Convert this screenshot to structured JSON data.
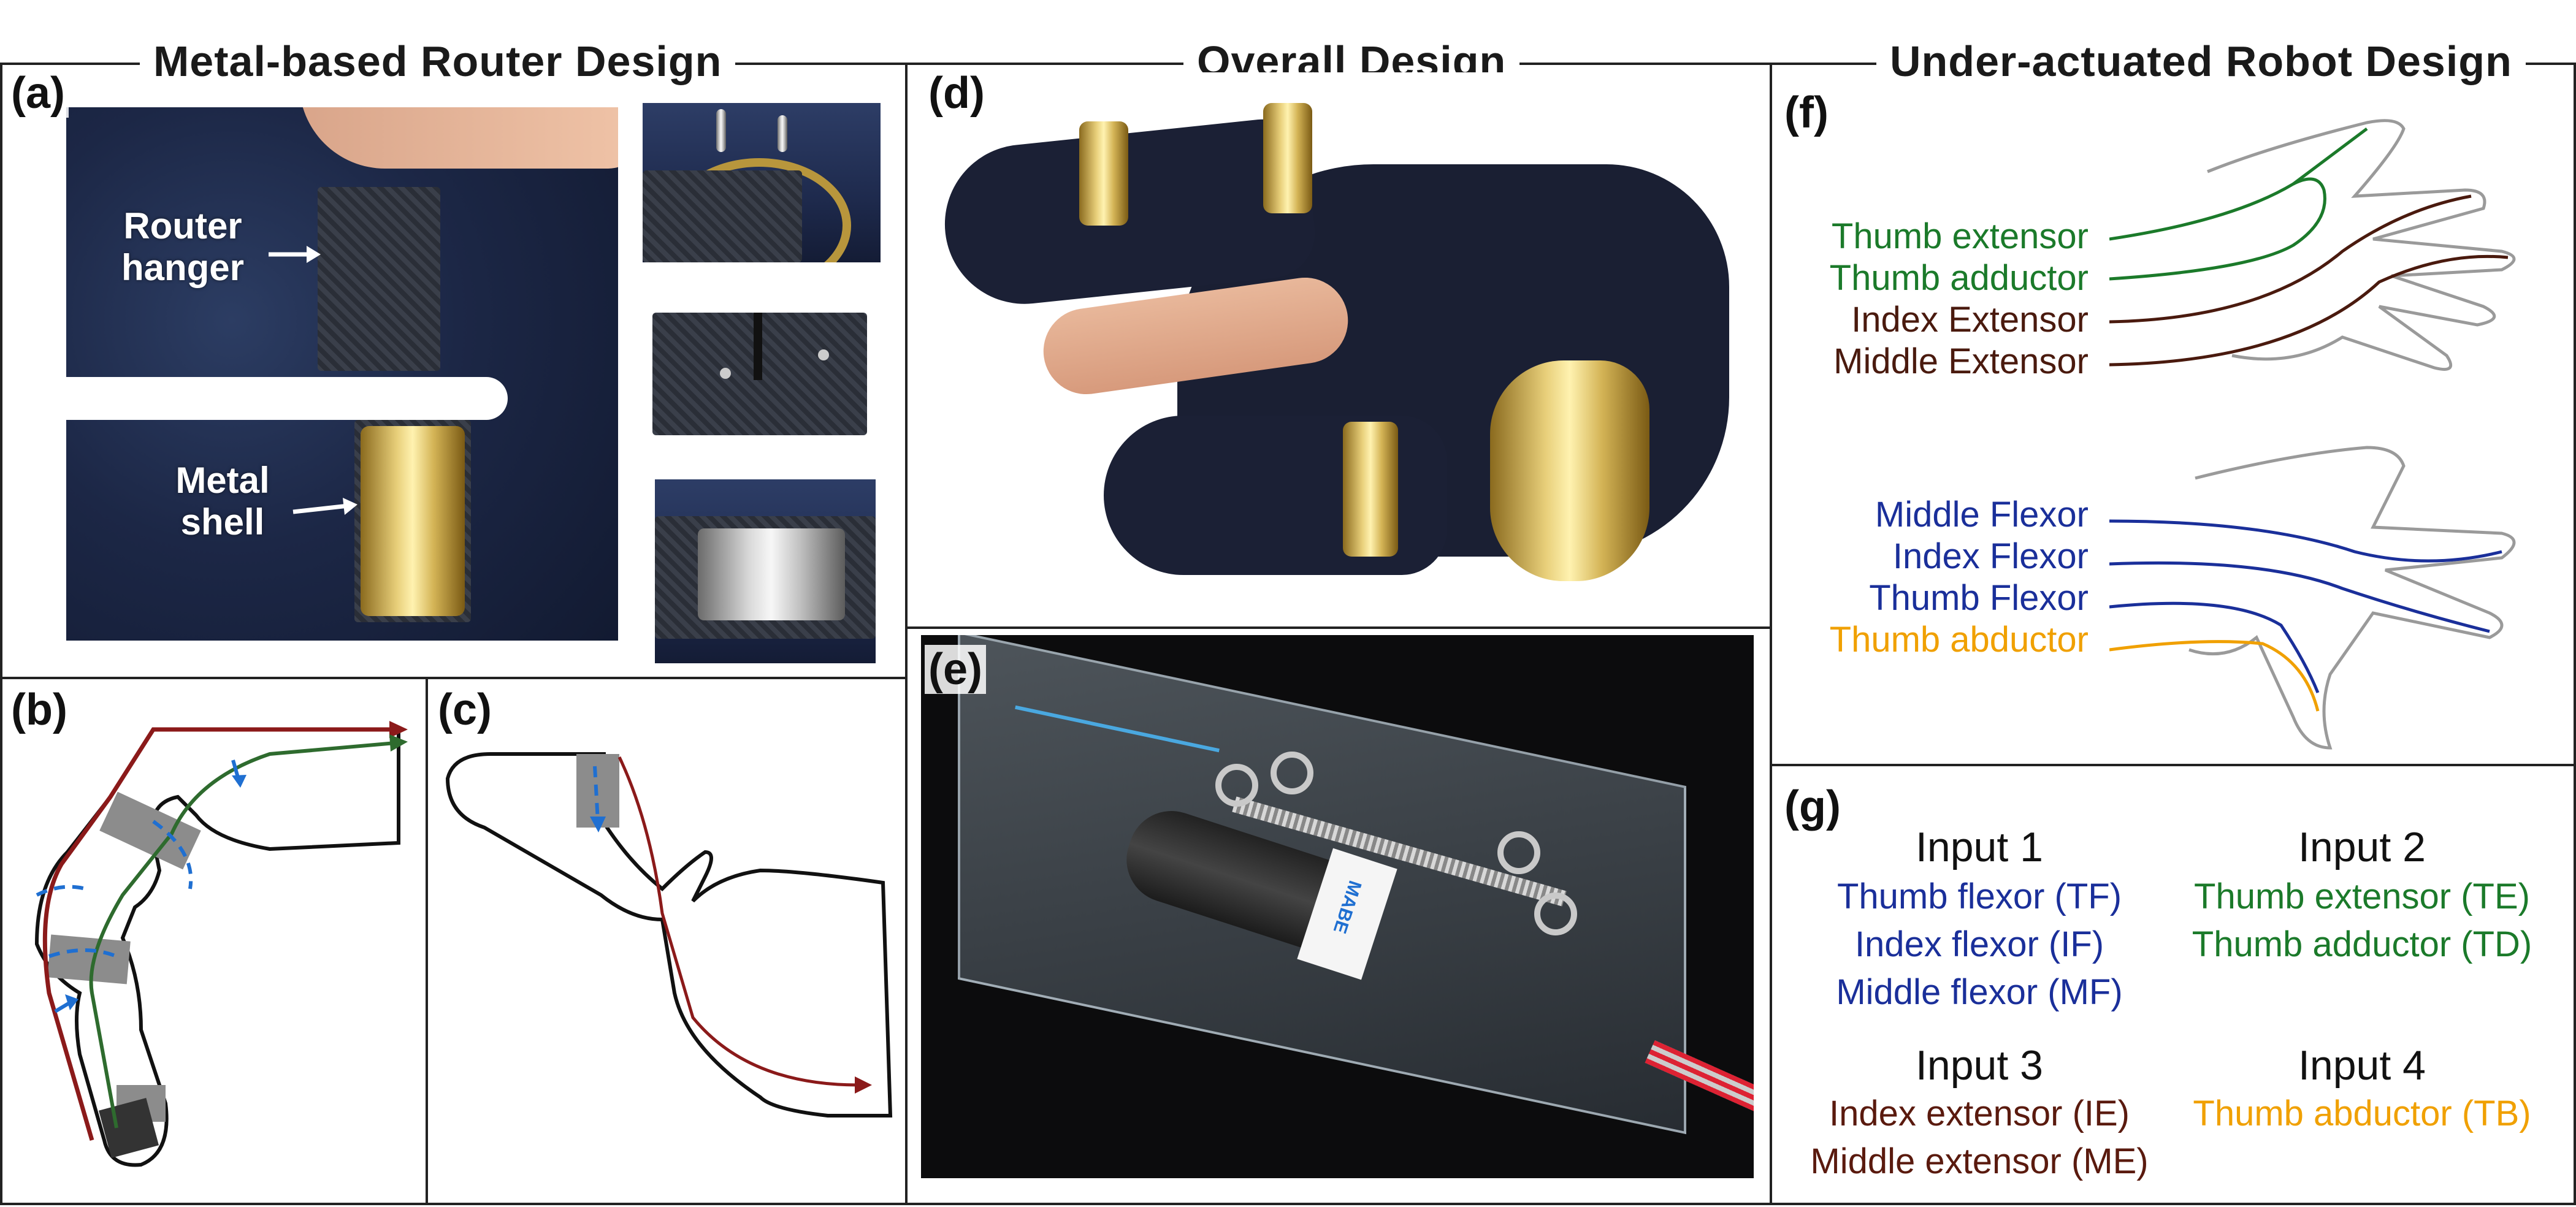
{
  "sections": {
    "left_title": "Metal-based Router Design",
    "middle_title": "Overall Design",
    "right_title": "Under-actuated Robot Design"
  },
  "panels": {
    "a": "(a)",
    "b": "(b)",
    "c": "(c)",
    "d": "(d)",
    "e": "(e)",
    "f": "(f)",
    "g": "(g)"
  },
  "panel_a": {
    "router_hanger": "Router\nhanger",
    "metal_shell": "Metal\nshell"
  },
  "panel_e": {
    "motor_label": "MABE"
  },
  "panel_f": {
    "dorsal_labels": [
      {
        "text": "Thumb extensor",
        "color": "#1b7a2a"
      },
      {
        "text": "Thumb adductor",
        "color": "#1b7a2a"
      },
      {
        "text": "Index Extensor",
        "color": "#4a1a0e"
      },
      {
        "text": "Middle Extensor",
        "color": "#4a1a0e"
      }
    ],
    "palmar_labels": [
      {
        "text": "Middle Flexor",
        "color": "#1a2f9a"
      },
      {
        "text": "Index Flexor",
        "color": "#1a2f9a"
      },
      {
        "text": "Thumb Flexor",
        "color": "#1a2f9a"
      },
      {
        "text": "Thumb abductor",
        "color": "#f0a000"
      }
    ]
  },
  "panel_g": {
    "inputs": [
      {
        "title": "Input 1",
        "items": [
          "Thumb flexor (TF)",
          "Index flexor (IF)",
          "Middle flexor (MF)"
        ],
        "color": "#1a2f9a"
      },
      {
        "title": "Input 2",
        "items": [
          "Thumb extensor (TE)",
          "Thumb adductor (TD)"
        ],
        "color": "#1b7a2a"
      },
      {
        "title": "Input 3",
        "items": [
          "Index extensor (IE)",
          "Middle extensor (ME)"
        ],
        "color": "#5a1a0e"
      },
      {
        "title": "Input 4",
        "items": [
          "Thumb abductor (TB)"
        ],
        "color": "#f0a000"
      }
    ]
  },
  "colors": {
    "green": "#1b7a2a",
    "darkred": "#8b1a1a",
    "brown": "#4a1a0e",
    "blue": "#1a2f9a",
    "orange": "#f0a000",
    "dashed_blue": "#1f6fd1",
    "pad_gray": "#8c8c8c"
  }
}
